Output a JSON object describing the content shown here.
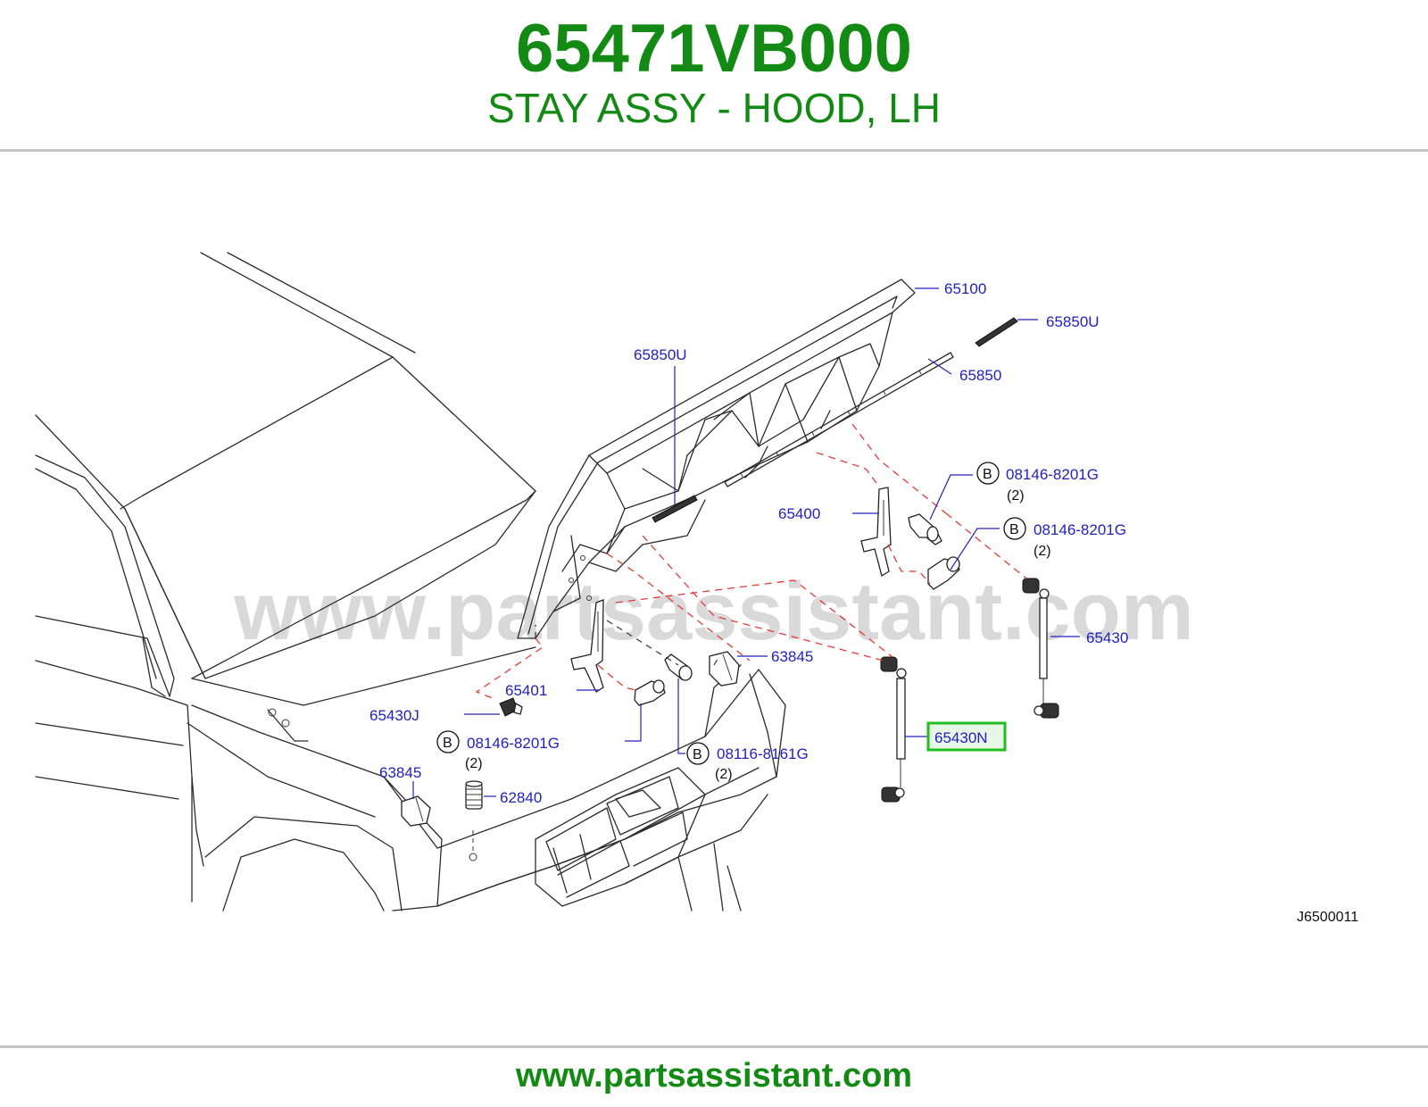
{
  "header": {
    "part_number": "65471VB000",
    "description": "STAY ASSY - HOOD, LH"
  },
  "watermark": "www.partsassistant.com",
  "footer": {
    "url": "www.partsassistant.com"
  },
  "diagram": {
    "reference_code": "J6500011",
    "highlight_color": "#1fbf1f",
    "labels": {
      "p65100": "65100",
      "p65850u_right": "65850U",
      "p65850u_left": "65850U",
      "p65850": "65850",
      "b1_code": "08146-8201G",
      "b1_qty": "(2)",
      "b2_code": "08146-8201G",
      "b2_qty": "(2)",
      "p65400": "65400",
      "p65430": "65430",
      "p63845_right": "63845",
      "p65401": "65401",
      "p65430j": "65430J",
      "b3_code": "08146-8201G",
      "b3_qty": "(2)",
      "b4_code": "08116-8161G",
      "b4_qty": "(2)",
      "p65430n": "65430N",
      "p63845_left": "63845",
      "p62840": "62840",
      "bolt_marker": "B"
    }
  }
}
